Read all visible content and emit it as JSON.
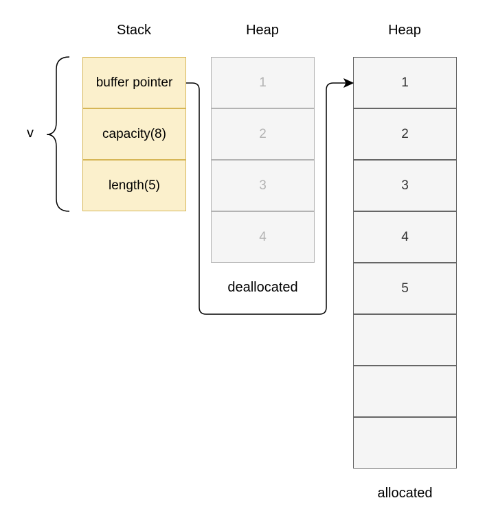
{
  "titles": {
    "stack": "Stack",
    "heap_old": "Heap",
    "heap_new": "Heap"
  },
  "variable": "v",
  "stack": [
    "buffer pointer",
    "capacity(8)",
    "length(5)"
  ],
  "heap_old": {
    "cells": [
      "1",
      "2",
      "3",
      "4"
    ],
    "caption": "deallocated"
  },
  "heap_new": {
    "cells": [
      "1",
      "2",
      "3",
      "4",
      "5",
      "",
      "",
      ""
    ],
    "caption": "allocated"
  },
  "colors": {
    "stack_fill": "#fbf0cc",
    "stack_border": "#d6b656",
    "old_fill": "#f5f5f5",
    "old_border": "#b3b3b3",
    "old_text": "#b3b3b3",
    "new_fill": "#f5f5f5",
    "new_border": "#666666",
    "new_text": "#333333"
  }
}
